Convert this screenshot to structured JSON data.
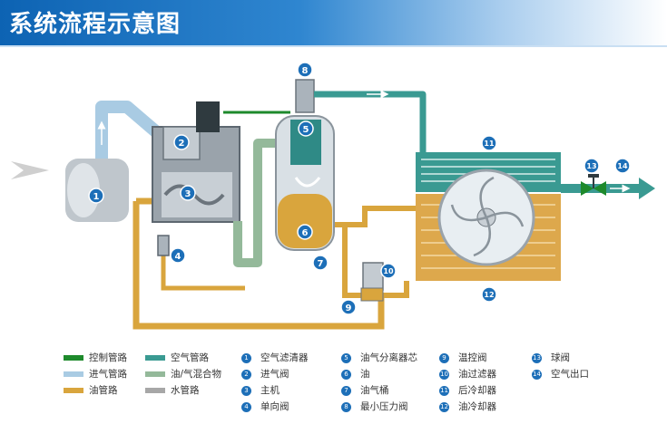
{
  "title": "系统流程示意图",
  "colors": {
    "control": "#1e8a2c",
    "air": "#3a9a92",
    "intake": "#a9cbe3",
    "oil_air_mix": "#94b99a",
    "oil": "#d9a53d",
    "water": "#a7a7a7",
    "component_number": "#1d6fb8"
  },
  "legend_lines": [
    {
      "key": "control",
      "label": "控制管路"
    },
    {
      "key": "air",
      "label": "空气管路"
    },
    {
      "key": "intake",
      "label": "进气管路"
    },
    {
      "key": "oil_air_mix",
      "label": "油/气混合物"
    },
    {
      "key": "oil",
      "label": "油管路"
    },
    {
      "key": "water",
      "label": "水管路"
    }
  ],
  "components": [
    {
      "n": "1",
      "label": "空气滤清器"
    },
    {
      "n": "2",
      "label": "进气阀"
    },
    {
      "n": "3",
      "label": "主机"
    },
    {
      "n": "4",
      "label": "单向阀"
    },
    {
      "n": "5",
      "label": "油气分离器芯"
    },
    {
      "n": "6",
      "label": "油"
    },
    {
      "n": "7",
      "label": "油气桶"
    },
    {
      "n": "8",
      "label": "最小压力阀"
    },
    {
      "n": "9",
      "label": "温控阀"
    },
    {
      "n": "10",
      "label": "油过滤器"
    },
    {
      "n": "11",
      "label": "后冷却器"
    },
    {
      "n": "12",
      "label": "油冷却器"
    },
    {
      "n": "13",
      "label": "球阀"
    },
    {
      "n": "14",
      "label": "空气出口"
    }
  ]
}
